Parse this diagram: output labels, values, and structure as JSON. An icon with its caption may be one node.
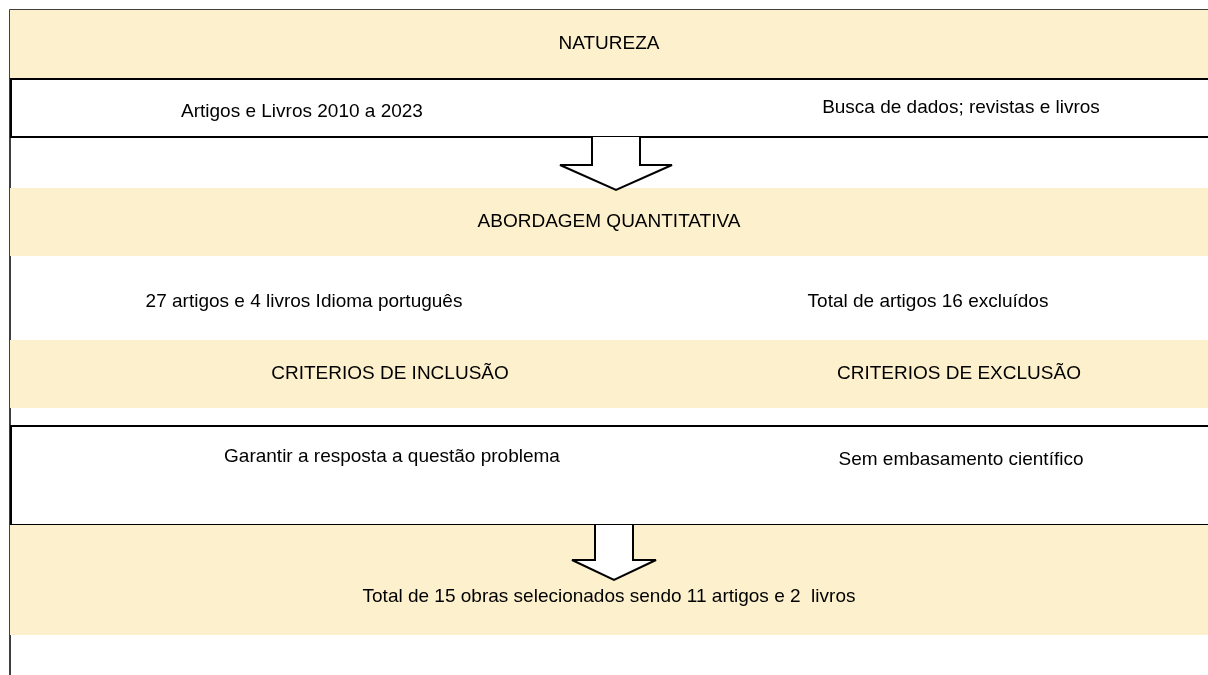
{
  "diagram": {
    "nodes": [
      {
        "text": [
          "NATUREZA"
        ]
      },
      {
        "text": [
          "Artigos e Livros 2010 a 2023",
          "Busca de dados; revistas e livros"
        ]
      },
      {
        "text": [
          "ABORDAGEM QUANTITATIVA"
        ]
      },
      {
        "text": [
          "CRITERIOS DE INCLUSÃO",
          "CRITERIOS DE EXCLUSÃO"
        ]
      },
      {
        "text": [
          "Garantir a resposta a questão problema",
          "Sem embasamento científico"
        ]
      },
      {
        "text": [
          "Total de 15 obras selecionados sendo 11 artigos e 2  livros"
        ]
      }
    ],
    "edges": [
      {
        "from": 1,
        "to": 2,
        "arrow": "to"
      },
      {
        "from": 4,
        "to": 5,
        "arrow": "to"
      }
    ],
    "labels": [
      "27 artigos e 4 livros Idioma português",
      "Total de artigos 16 excluídos"
    ]
  }
}
